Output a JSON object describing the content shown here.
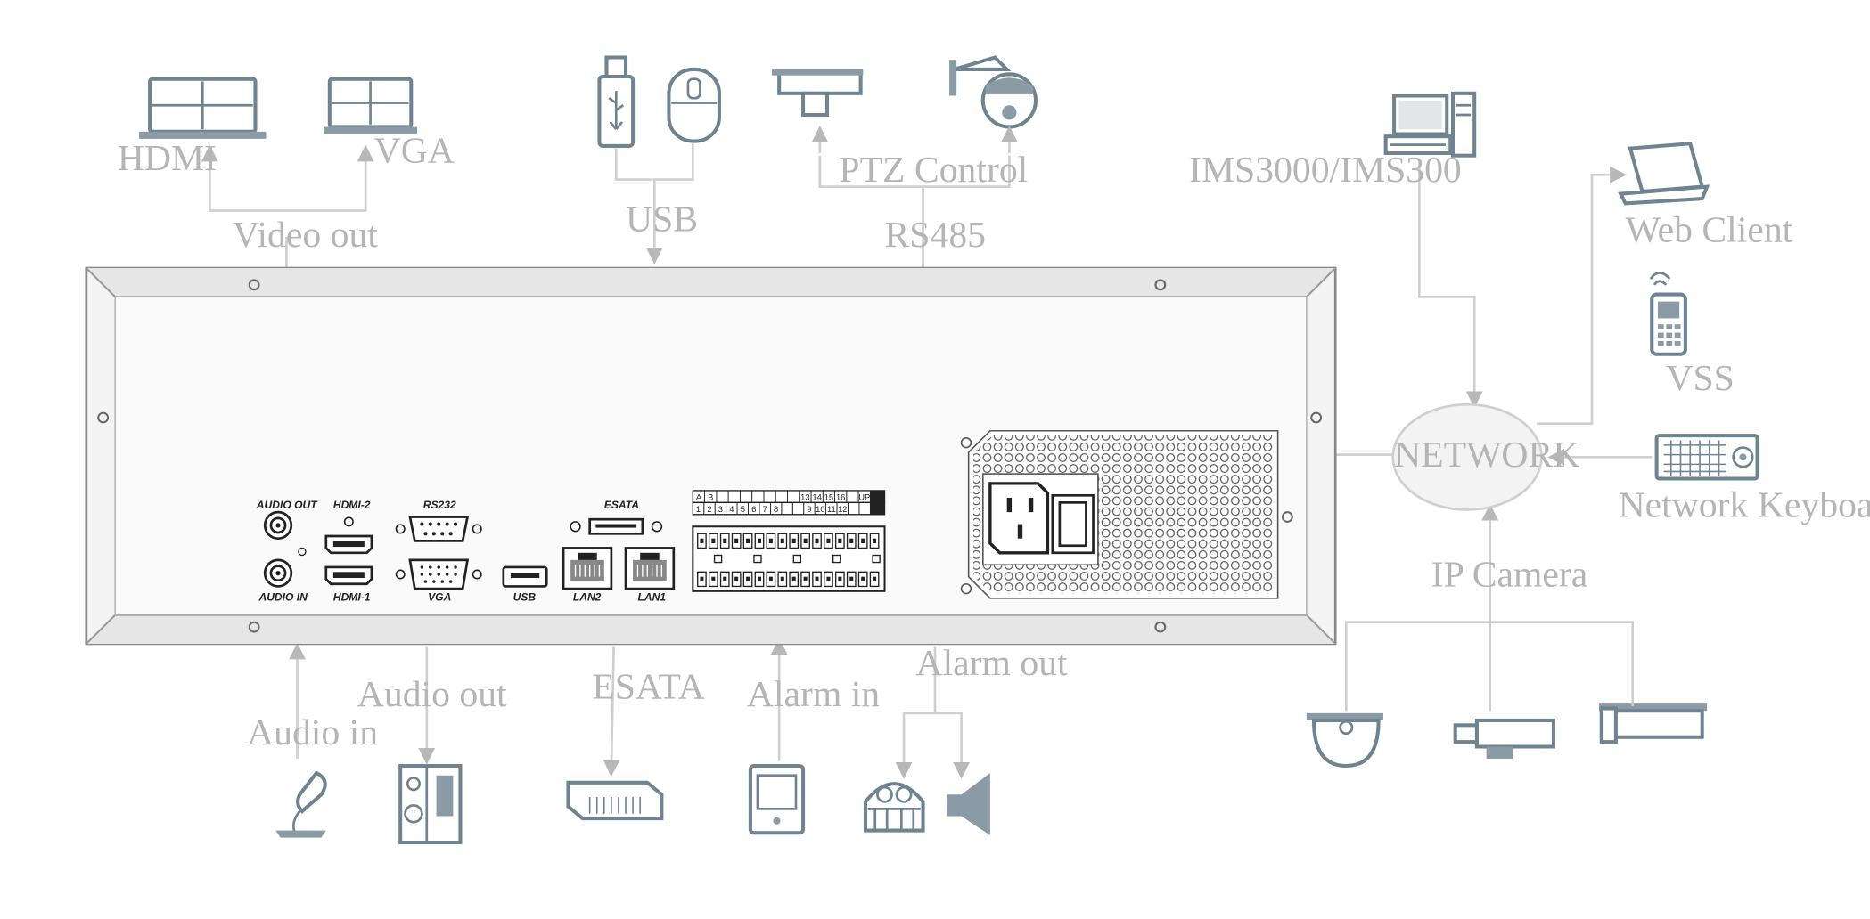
{
  "labels": {
    "hdmi": "HDMI",
    "vga": "VGA",
    "video_out": "Video out",
    "usb": "USB",
    "ptz_control": "PTZ Control",
    "rs485": "RS485",
    "ims": "IMS3000/IMS300",
    "web_client": "Web Client",
    "vss": "VSS",
    "network": "NETWORK",
    "network_keyboard": "Network Keyboard",
    "ip_camera": "IP Camera",
    "audio_out": "Audio out",
    "audio_in": "Audio in",
    "esata": "ESATA",
    "alarm_in": "Alarm in",
    "alarm_out": "Alarm out"
  },
  "panel": {
    "audio_out": "AUDIO OUT",
    "audio_in": "AUDIO IN",
    "hdmi2": "HDMI-2",
    "hdmi1": "HDMI-1",
    "rs232": "RS232",
    "vga": "VGA",
    "usb": "USB",
    "esata": "ESATA",
    "lan2": "LAN2",
    "lan1": "LAN1",
    "term_top": [
      "A",
      "B",
      "",
      "",
      "",
      "",
      "",
      "",
      "",
      "13",
      "14",
      "15",
      "16",
      "",
      "UP"
    ],
    "term_bottom": [
      "1",
      "2",
      "3",
      "4",
      "5",
      "6",
      "7",
      "8",
      "",
      "",
      "9",
      "10",
      "11",
      "12",
      "",
      ""
    ]
  },
  "colors": {
    "text": "#b5b5b5",
    "device": "#6f8391",
    "wire": "#cfcfcf",
    "arrow": "#b8b8b8"
  }
}
